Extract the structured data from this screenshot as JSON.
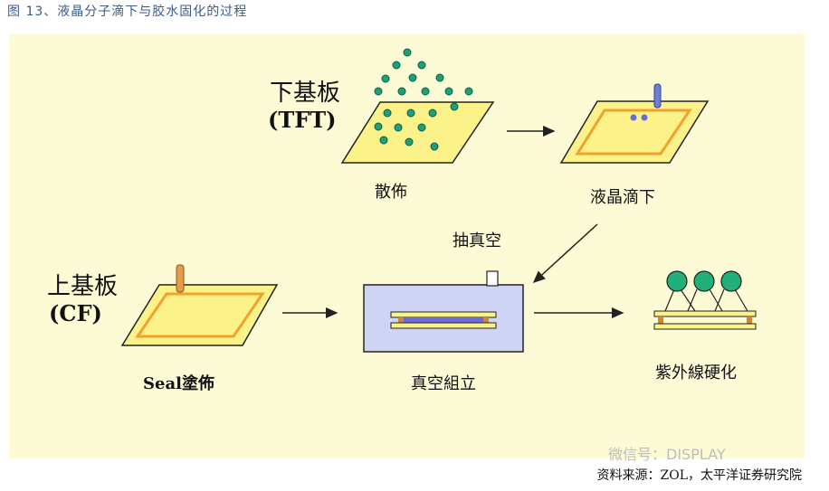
{
  "caption": "图 13、液晶分子滴下与胶水固化的过程",
  "labels": {
    "lower_substrate": "下基板",
    "lower_substrate_sub": "(TFT)",
    "upper_substrate": "上基板",
    "upper_substrate_sub": "(CF)",
    "step_spread": "散佈",
    "step_drop": "液晶滴下",
    "step_vacuum": "抽真空",
    "step_seal": "Seal塗佈",
    "step_assemble": "真空組立",
    "step_uv": "紫外線硬化"
  },
  "watermark": "微信号：DISPLAY",
  "source": "资料来源：ZOL，太平洋证券研究院",
  "colors": {
    "panel": "#fdfbd6",
    "plate_fill": "#fbf28a",
    "seal_orange": "#f2a22a",
    "dot_green": "#1fa07a",
    "vacuum_box": "#cfd4f5",
    "lc_layer": "#6a6ae0",
    "nozzle_blue": "#6f7fd8",
    "nozzle_orange": "#e89a4a",
    "uv_lamp": "#21b07a"
  }
}
